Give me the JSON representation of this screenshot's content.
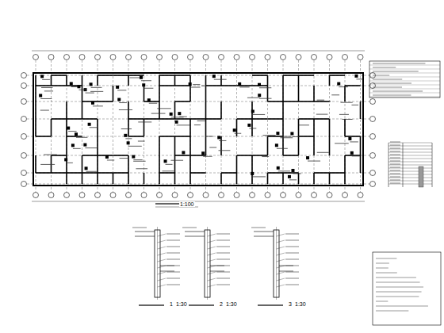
{
  "diagram": {
    "labels": [
      "1:100",
      "1",
      "1:30",
      "2",
      "1:30",
      "3",
      "1:30"
    ]
  }
}
